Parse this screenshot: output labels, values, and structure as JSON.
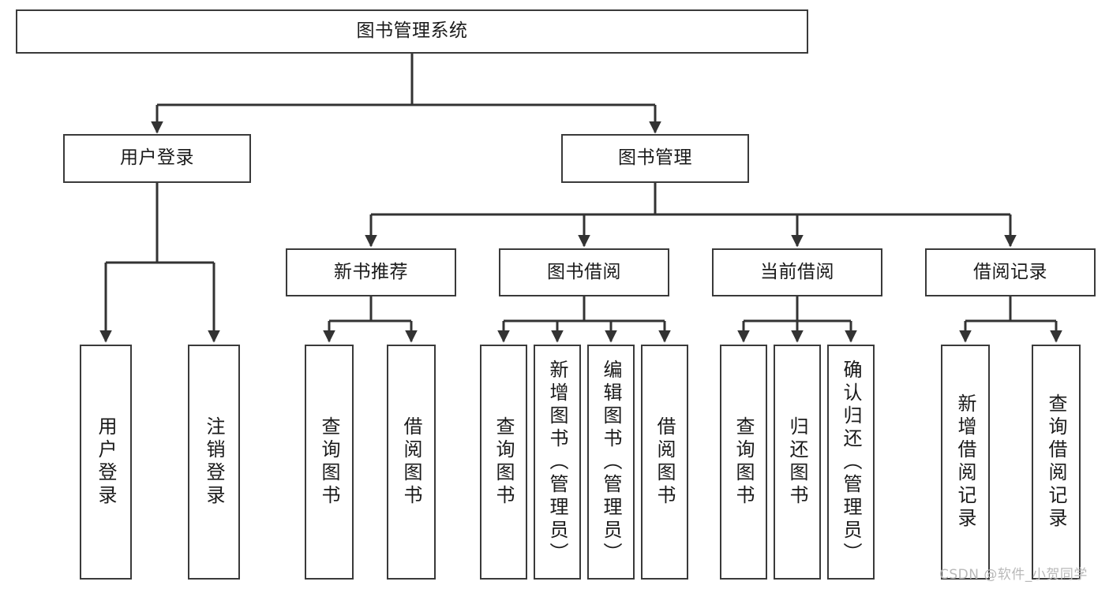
{
  "diagram": {
    "title": "图书管理系统",
    "type": "tree",
    "watermark": "CSDN @软件_小贺同学",
    "colors": {
      "box_border": "#3a3a3a",
      "box_fill": "#ffffff",
      "edge": "#333333",
      "text": "#1a1a1a",
      "watermark": "#b9b9b9"
    },
    "levels": {
      "root_label": "图书管理系统",
      "level2": [
        "用户登录",
        "图书管理"
      ],
      "level3": [
        "新书推荐",
        "图书借阅",
        "当前借阅",
        "借阅记录"
      ]
    },
    "nodes": {
      "root": {
        "label": "图书管理系统",
        "orientation": "horizontal"
      },
      "user_login": {
        "label": "用户登录",
        "orientation": "horizontal"
      },
      "book_manage": {
        "label": "图书管理",
        "orientation": "horizontal"
      },
      "new_book_rec": {
        "label": "新书推荐",
        "orientation": "horizontal"
      },
      "book_borrow": {
        "label": "图书借阅",
        "orientation": "horizontal"
      },
      "current_borrow": {
        "label": "当前借阅",
        "orientation": "horizontal"
      },
      "borrow_record": {
        "label": "借阅记录",
        "orientation": "horizontal"
      },
      "leaf_user_login": {
        "label": "用户登录",
        "orientation": "vertical"
      },
      "leaf_logout": {
        "label": "注销登录",
        "orientation": "vertical"
      },
      "leaf_query_book_1": {
        "label": "查询图书",
        "orientation": "vertical"
      },
      "leaf_borrow_book_1": {
        "label": "借阅图书",
        "orientation": "vertical"
      },
      "leaf_query_book_2": {
        "label": "查询图书",
        "orientation": "vertical"
      },
      "leaf_add_book": {
        "label": "新增图书（管理员）",
        "orientation": "vertical"
      },
      "leaf_edit_book": {
        "label": "编辑图书（管理员）",
        "orientation": "vertical"
      },
      "leaf_borrow_book_2": {
        "label": "借阅图书",
        "orientation": "vertical"
      },
      "leaf_query_book_3": {
        "label": "查询图书",
        "orientation": "vertical"
      },
      "leaf_return_book": {
        "label": "归还图书",
        "orientation": "vertical"
      },
      "leaf_confirm_return": {
        "label": "确认归还（管理员）",
        "orientation": "vertical"
      },
      "leaf_add_record": {
        "label": "新增借阅记录",
        "orientation": "vertical"
      },
      "leaf_query_record": {
        "label": "查询借阅记录",
        "orientation": "vertical"
      }
    },
    "edges": [
      {
        "from": "图书管理系统",
        "to": "用户登录"
      },
      {
        "from": "图书管理系统",
        "to": "图书管理"
      },
      {
        "from": "用户登录",
        "to": "用户登录"
      },
      {
        "from": "用户登录",
        "to": "注销登录"
      },
      {
        "from": "图书管理",
        "to": "新书推荐"
      },
      {
        "from": "图书管理",
        "to": "图书借阅"
      },
      {
        "from": "图书管理",
        "to": "当前借阅"
      },
      {
        "from": "图书管理",
        "to": "借阅记录"
      },
      {
        "from": "新书推荐",
        "to": "查询图书"
      },
      {
        "from": "新书推荐",
        "to": "借阅图书"
      },
      {
        "from": "图书借阅",
        "to": "查询图书"
      },
      {
        "from": "图书借阅",
        "to": "新增图书（管理员）"
      },
      {
        "from": "图书借阅",
        "to": "编辑图书（管理员）"
      },
      {
        "from": "图书借阅",
        "to": "借阅图书"
      },
      {
        "from": "当前借阅",
        "to": "查询图书"
      },
      {
        "from": "当前借阅",
        "to": "归还图书"
      },
      {
        "from": "当前借阅",
        "to": "确认归还（管理员）"
      },
      {
        "from": "借阅记录",
        "to": "新增借阅记录"
      },
      {
        "from": "借阅记录",
        "to": "查询借阅记录"
      }
    ]
  }
}
